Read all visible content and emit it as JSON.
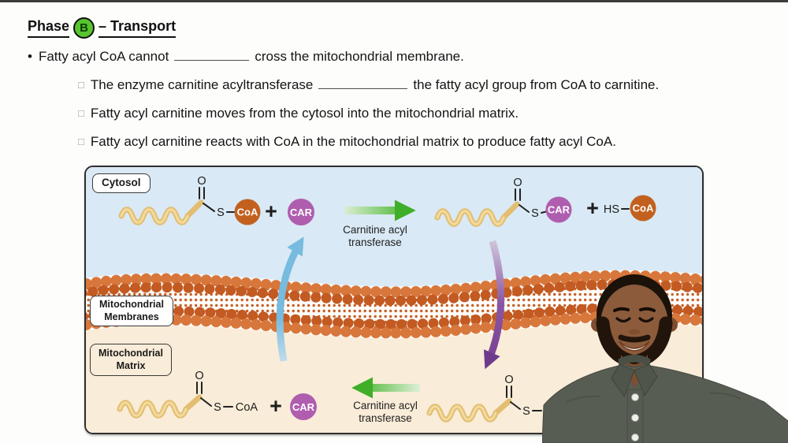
{
  "header": {
    "word_phase": "Phase",
    "phase_letter": "B",
    "dash_title": "– Transport"
  },
  "glyphs": {
    "bullet": "•",
    "checkbox": "□"
  },
  "bullets": {
    "main_pre": "Fatty acyl CoA cannot",
    "main_post": "cross the mitochondrial membrane.",
    "sub1_pre": "The enzyme carnitine acyltransferase",
    "sub1_post": "the fatty acyl group from CoA to carnitine.",
    "sub2": "Fatty acyl carnitine moves from the cytosol into the mitochondrial matrix.",
    "sub3": "Fatty acyl carnitine reacts with CoA in the mitochondrial matrix to produce fatty acyl CoA."
  },
  "diagram": {
    "region_labels": {
      "cytosol": "Cytosol",
      "membranes1": "Mitochondrial",
      "membranes2": "Membranes",
      "matrix1": "Mitochondrial",
      "matrix2": "Matrix"
    },
    "enzyme": {
      "line1": "Carnitine acyl",
      "line2": "transferase"
    },
    "chem": {
      "o": "O",
      "s": "S",
      "plus": "+",
      "hs": "HS",
      "coa": "CoA",
      "car": "CAR"
    },
    "colors": {
      "phase_circle": "#57C52F",
      "cytosol_bg": "#D9E9F5",
      "matrix_bg": "#F9ECD8",
      "membrane_head_light": "#D8773C",
      "membrane_head_dark": "#C25A22",
      "coa_circle": "#C2611F",
      "car_circle": "#AF5DAF",
      "green_arrow": "#45B42A",
      "blue_arrow": "#77BBDE",
      "purple_arrow": "#77408F",
      "chain_color": "#E8C478"
    }
  }
}
